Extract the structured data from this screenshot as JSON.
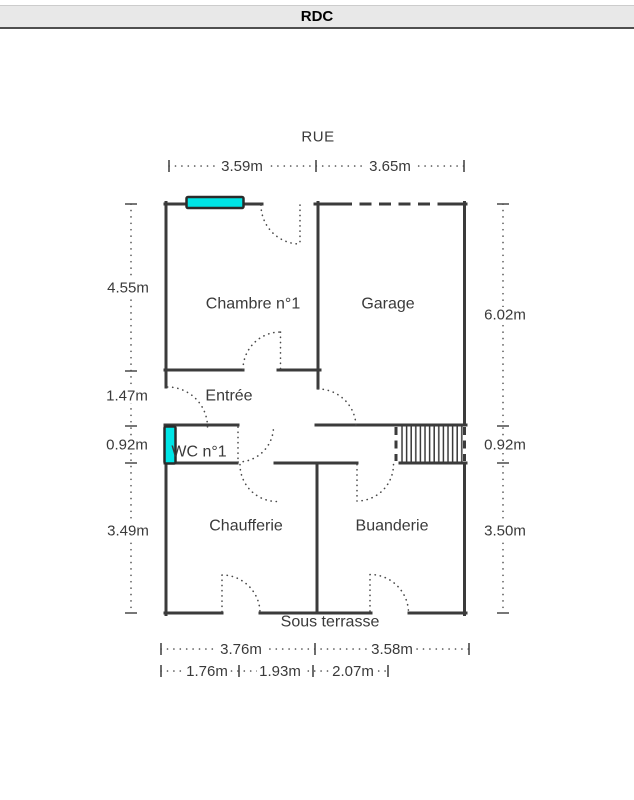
{
  "header": {
    "title": "RDC"
  },
  "plan": {
    "street_label": "RUE",
    "terrace_label": "Sous terrasse",
    "rooms": {
      "chambre": "Chambre n°1",
      "garage": "Garage",
      "entree": "Entrée",
      "wc": "WC n°1",
      "chaufferie": "Chaufferie",
      "buanderie": "Buanderie"
    },
    "dimensions": {
      "top": [
        "3.59m",
        "3.65m"
      ],
      "left": [
        "4.55m",
        "1.47m",
        "0.92m",
        "3.49m"
      ],
      "right": [
        "6.02m",
        "0.92m",
        "3.50m"
      ],
      "bottom_outer": [
        "3.76m",
        "3.58m"
      ],
      "bottom_inner": [
        "1.76m",
        "1.93m",
        "2.07m"
      ]
    },
    "colors": {
      "wall": "#3b3b3b",
      "window": "#00e5e6",
      "dimension": "#4a4a4a"
    }
  }
}
